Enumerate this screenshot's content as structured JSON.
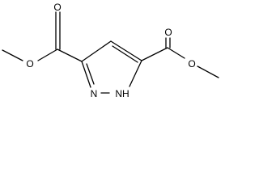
{
  "diagram": {
    "type": "chemical-structure",
    "colors": {
      "ink": "#000000",
      "background": "#ffffff"
    },
    "atoms": [
      {
        "id": "o-ester-left",
        "label": "O"
      },
      {
        "id": "o-carbonyl-left",
        "label": "O"
      },
      {
        "id": "o-carbonyl-right",
        "label": "O"
      },
      {
        "id": "o-ester-right",
        "label": "O"
      },
      {
        "id": "n-ring",
        "label": "N"
      },
      {
        "id": "nh-ring",
        "label": "NH"
      }
    ]
  }
}
